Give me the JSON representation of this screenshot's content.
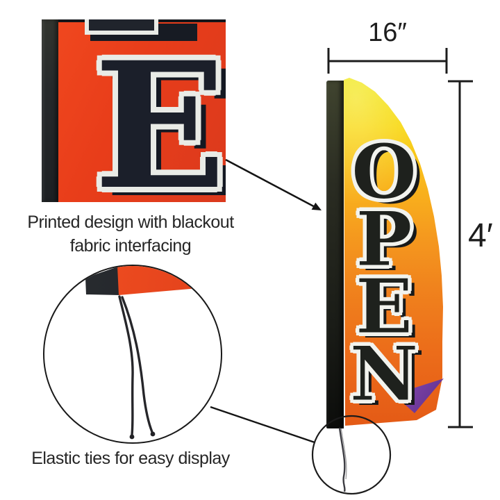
{
  "flag": {
    "word": "OPEN",
    "letters": [
      "O",
      "P",
      "E",
      "N"
    ]
  },
  "closeup": {
    "letter": "E"
  },
  "callouts": {
    "printed": {
      "line1": "Printed design with blackout",
      "line2": "fabric interfacing"
    },
    "elastic": {
      "text": "Elastic ties for easy display"
    }
  },
  "dimensions": {
    "width": "16″",
    "height": "4′"
  },
  "colors": {
    "closeup_red": "#E83D1A",
    "letter_dark": "#1B1F2A",
    "outline_white": "#E9EBE6",
    "flag_yellow": "#F0E71E",
    "flag_gold": "#F9B61C",
    "flag_orange": "#F0831D",
    "flag_red_orange": "#E45A16",
    "fold_purple": "#6F3A9B",
    "sleeve_dark": "#23251C",
    "line_ink": "#1C1C1C"
  }
}
